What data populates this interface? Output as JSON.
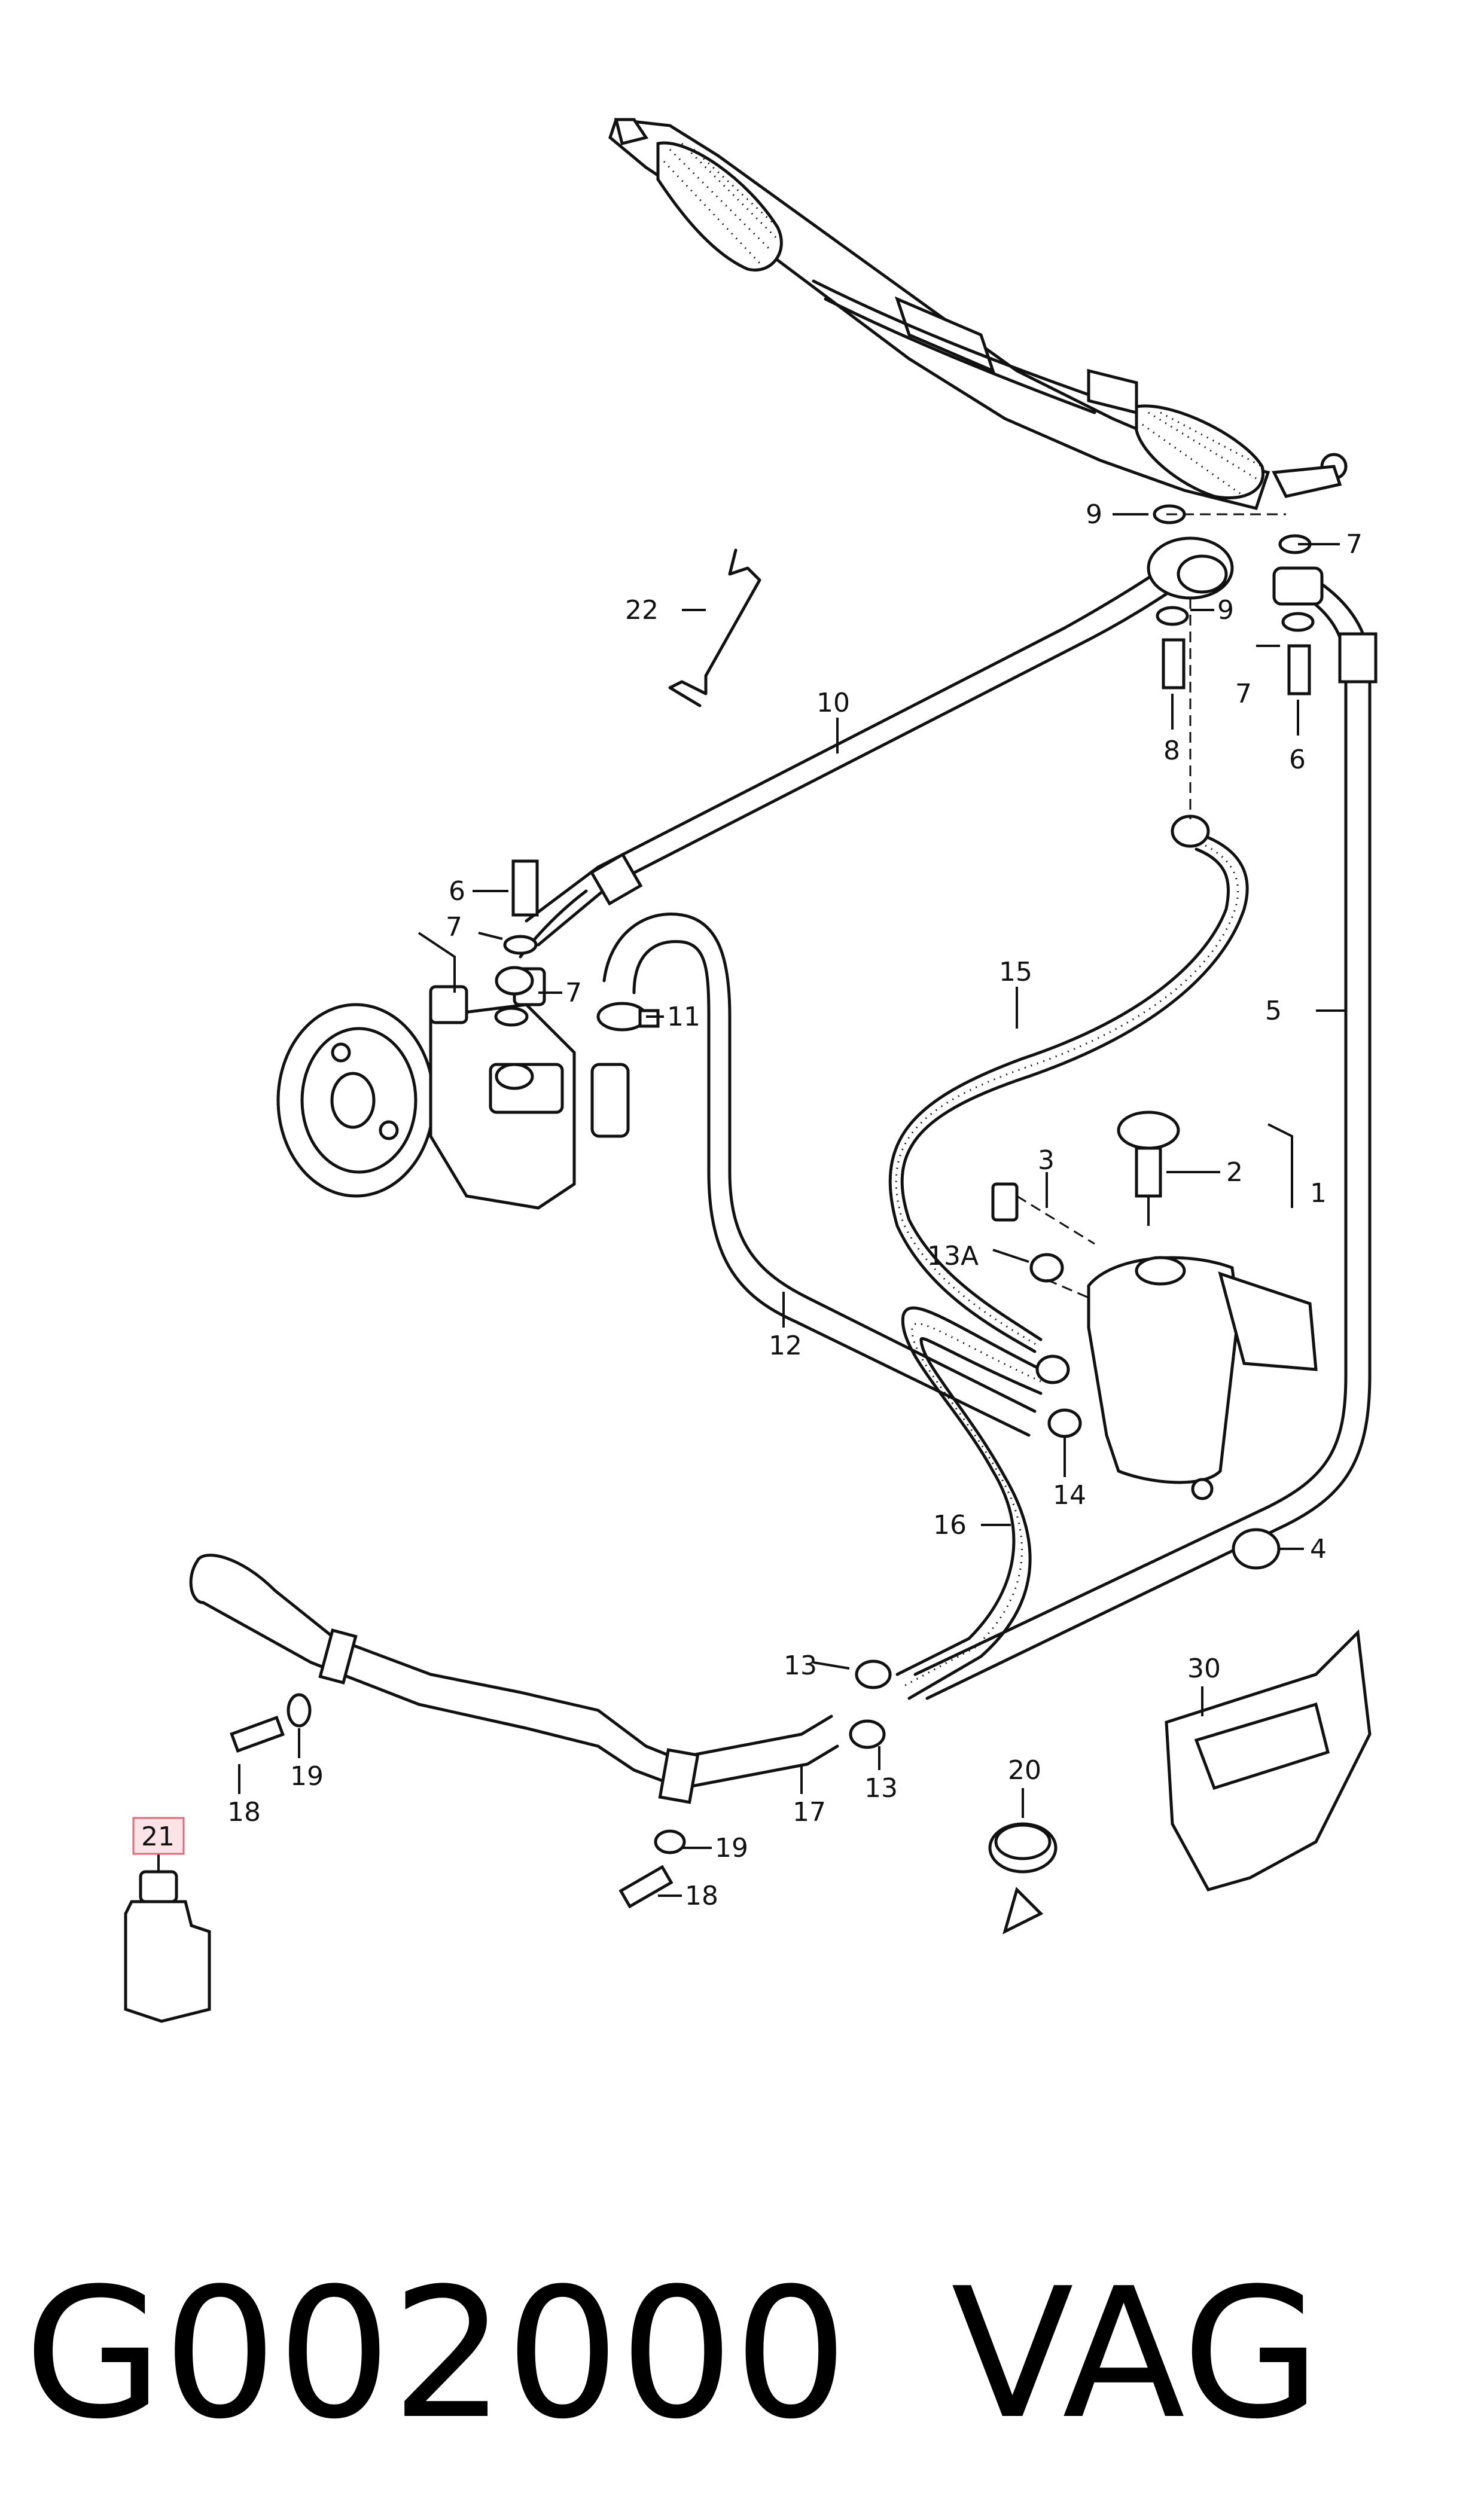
{
  "diagram": {
    "callouts": [
      "1",
      "2",
      "3",
      "4",
      "5",
      "6",
      "6",
      "7",
      "7",
      "7",
      "7",
      "8",
      "9",
      "9",
      "10",
      "11",
      "12",
      "13A",
      "13",
      "13",
      "14",
      "15",
      "16",
      "17",
      "18",
      "18",
      "19",
      "19",
      "20",
      "21",
      "22",
      "30"
    ],
    "highlighted_callout": "30",
    "highlight_color": "#e06a7a"
  },
  "footer": {
    "code": "G002000",
    "brand": "VAG"
  }
}
